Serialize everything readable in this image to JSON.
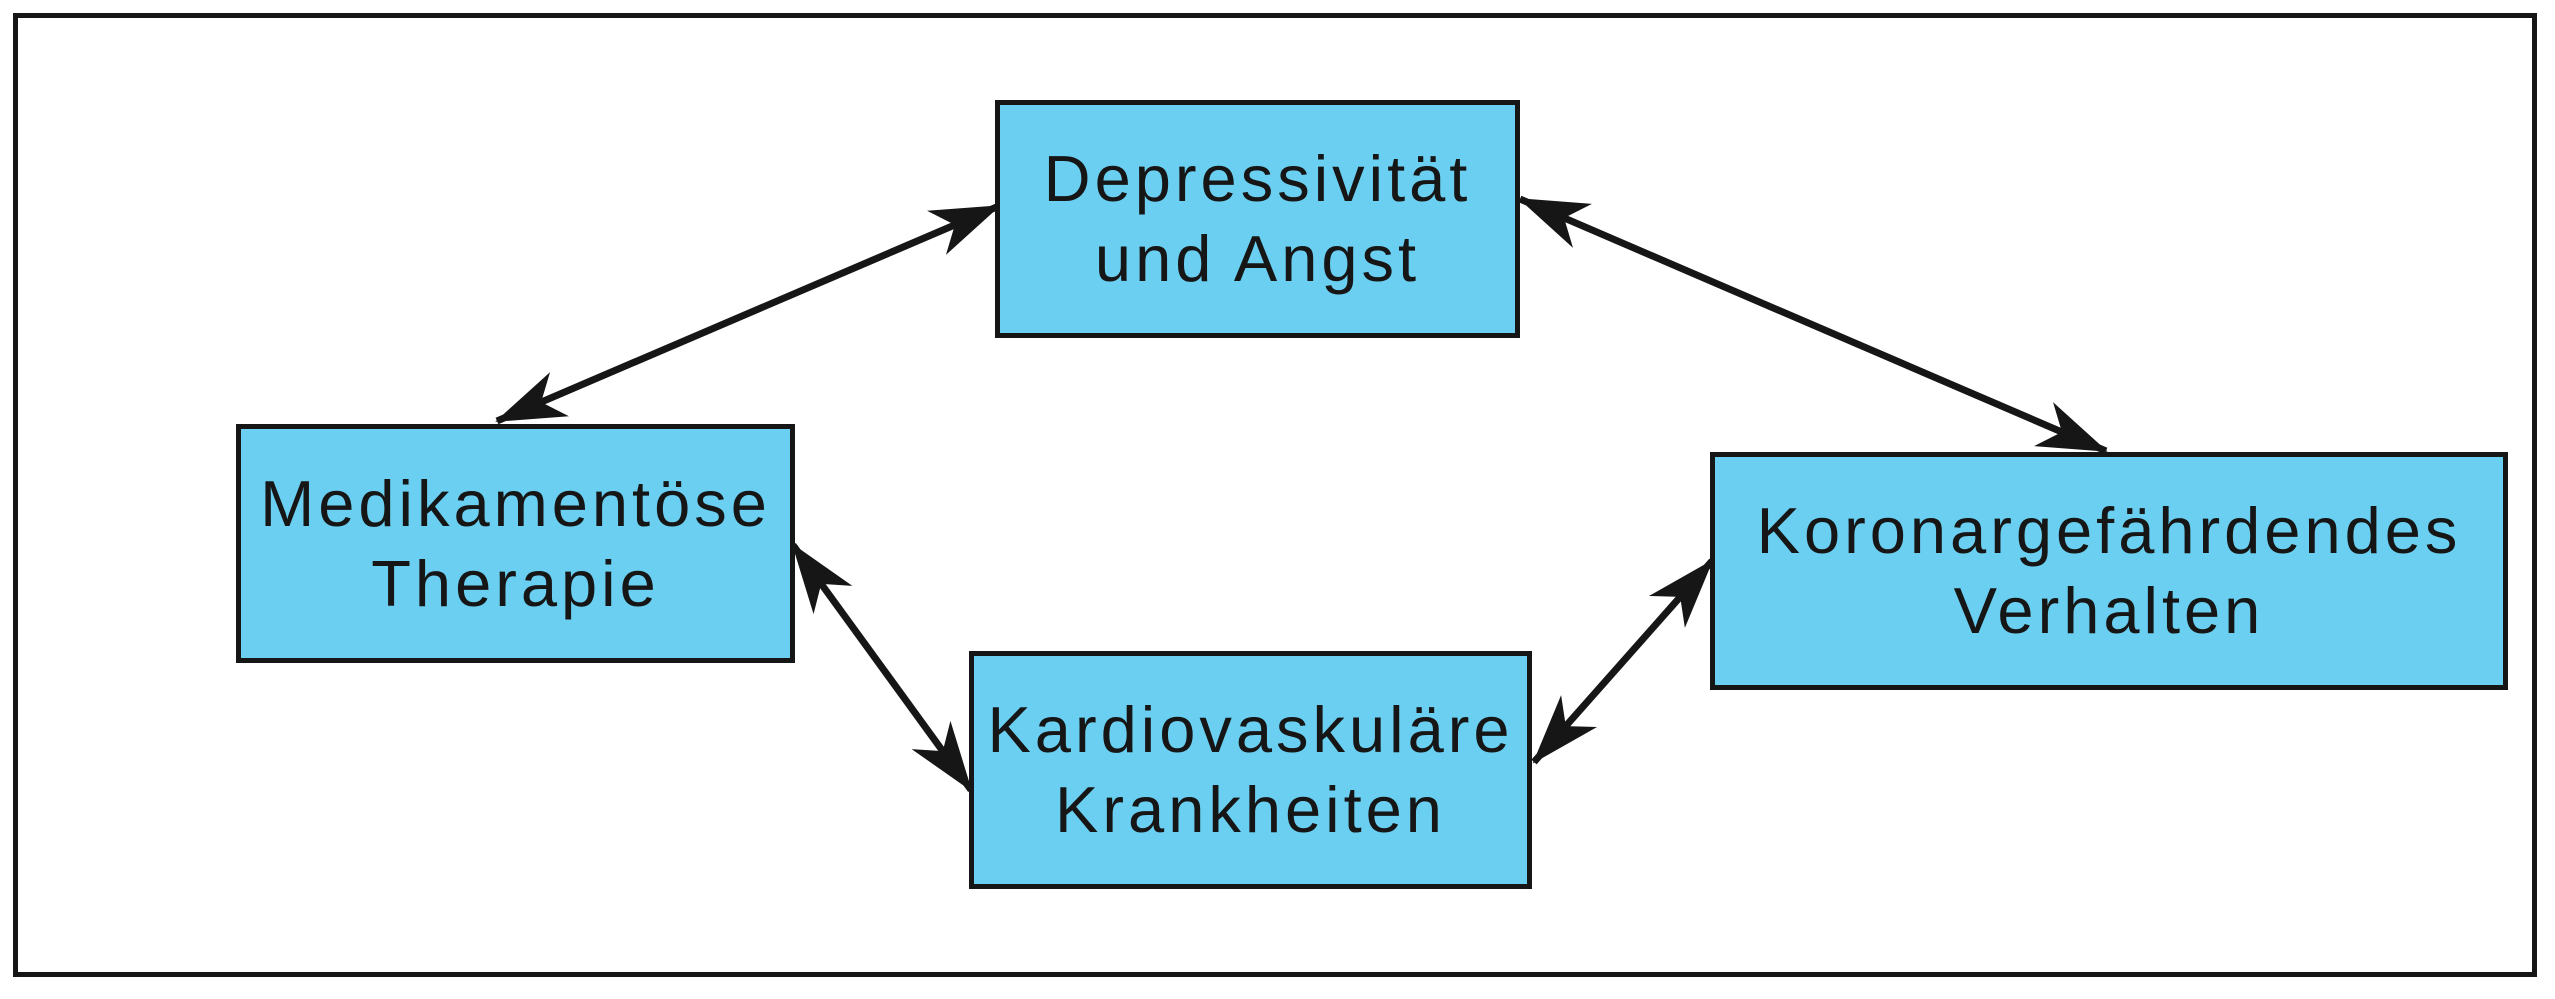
{
  "figure": {
    "type": "diagram",
    "background_color": "#ffffff",
    "frame_border_color": "#161616",
    "node_fill_color": "#6acff0",
    "node_border_color": "#161616",
    "arrow_color": "#161616",
    "nodes": {
      "depression": {
        "lines": [
          "Depressivität",
          "und Angst"
        ]
      },
      "medication": {
        "lines": [
          "Medikamentöse",
          "Therapie"
        ]
      },
      "coronary": {
        "lines": [
          "Koronargefährdendes",
          "Verhalten"
        ]
      },
      "cardio": {
        "lines": [
          "Kardiovaskuläre",
          "Krankheiten"
        ]
      }
    },
    "edges": [
      {
        "from": "Medikamentöse Therapie",
        "to": "Depressivität und Angst",
        "bidirectional": true
      },
      {
        "from": "Depressivität und Angst",
        "to": "Koronargefährdendes Verhalten",
        "bidirectional": true
      },
      {
        "from": "Medikamentöse Therapie",
        "to": "Kardiovaskuläre Krankheiten",
        "bidirectional": true
      },
      {
        "from": "Kardiovaskuläre Krankheiten",
        "to": "Koronargefährdendes Verhalten",
        "bidirectional": true
      }
    ]
  }
}
